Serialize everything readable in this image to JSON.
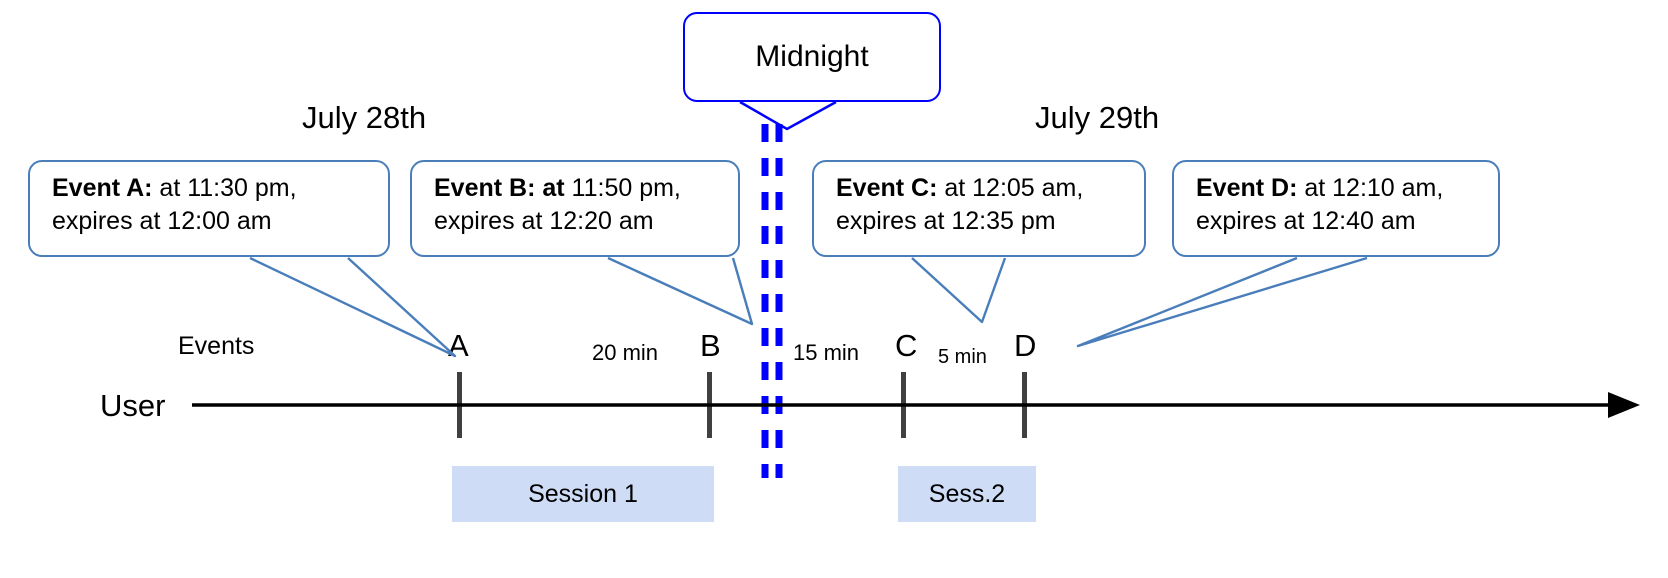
{
  "diagram": {
    "title_note": "Event expiry across midnight timeline",
    "colors": {
      "callout_border": "#4A7EBB",
      "midnight_border": "#0000FF",
      "midnight_dash": "#0000FF",
      "session_fill": "#CEDCF5",
      "axis": "#000000",
      "tick": "#404040",
      "leader": "#4A7EBB"
    }
  },
  "day_labels": {
    "left": "July 28th",
    "right": "July 29th"
  },
  "midnight_callout": {
    "label": "Midnight"
  },
  "events": [
    {
      "id": "A",
      "letter": "A",
      "bold_text": "Event A:",
      "line1_rest": " at 11:30 pm,",
      "line2": "expires at 12:00 am",
      "bold_includes_at": false
    },
    {
      "id": "B",
      "letter": "B",
      "bold_text": "Event B: at",
      "line1_rest": " 11:50 pm,",
      "line2": "expires at 12:20 am",
      "bold_includes_at": true
    },
    {
      "id": "C",
      "letter": "C",
      "bold_text": "Event C:",
      "line1_rest": " at 12:05 am,",
      "line2": "expires at 12:35 pm",
      "bold_includes_at": false
    },
    {
      "id": "D",
      "letter": "D",
      "bold_text": "Event D:",
      "line1_rest": "  at 12:10 am,",
      "line2": "expires at 12:40 am",
      "bold_includes_at": false
    }
  ],
  "axis": {
    "row_label_events": "Events",
    "row_label_user": "User"
  },
  "gaps": [
    {
      "label": "20 min",
      "between": "A-B"
    },
    {
      "label": "15 min",
      "between": "B-C"
    },
    {
      "label": "5 min",
      "between": "C-D"
    }
  ],
  "sessions": [
    {
      "label": "Session 1"
    },
    {
      "label": "Sess.2"
    }
  ]
}
